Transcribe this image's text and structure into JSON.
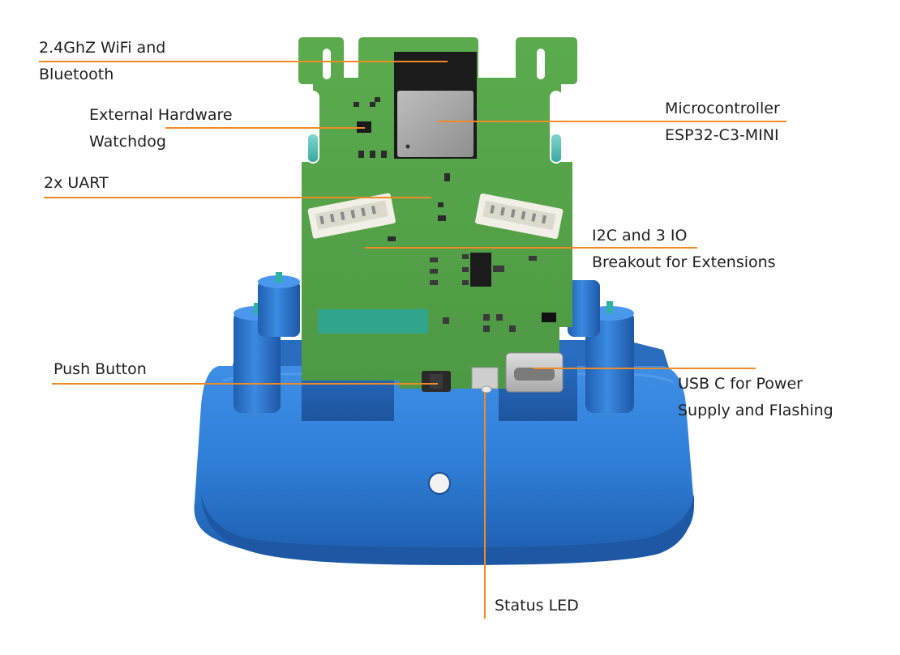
{
  "diagram": {
    "leader_color": "#f08a24",
    "pcb_color": "#56a34a",
    "enclosure_color": "#2f7fd8",
    "labels": {
      "wifi": {
        "line1": "2.4GhZ WiFi and",
        "line2": "Bluetooth"
      },
      "watchdog": {
        "line1": "External Hardware",
        "line2": "Watchdog"
      },
      "uart": {
        "line1": "2x UART"
      },
      "push_button": {
        "line1": "Push Button"
      },
      "microcontroller": {
        "line1": "Microcontroller",
        "line2": "ESP32-C3-MINI"
      },
      "i2c": {
        "line1": "I2C and 3 IO",
        "line2": "Breakout for Extensions"
      },
      "usb": {
        "line1": "USB C for Power",
        "line2": "Supply and Flashing"
      },
      "status_led": {
        "line1": "Status LED"
      }
    }
  }
}
